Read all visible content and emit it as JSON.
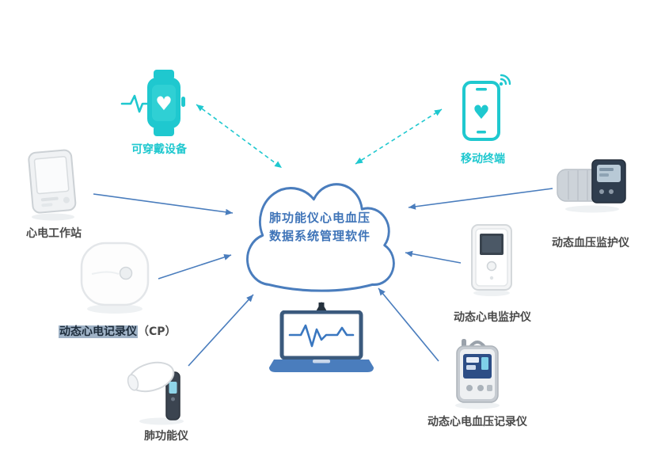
{
  "cloud": {
    "line1": "肺功能仪心电血压",
    "line2": "数据系统管理软件"
  },
  "nodes": {
    "wearable": {
      "label": "可穿戴设备",
      "icon": "smartwatch-icon"
    },
    "mobile": {
      "label": "移动终端",
      "icon": "smartphone-icon"
    },
    "ecg_workstation": {
      "label": "心电工作站"
    },
    "holter_cp": {
      "label": "动态心电记录仪",
      "label_suffix": "（CP）"
    },
    "spirometer": {
      "label": "肺功能仪"
    },
    "bp_monitor": {
      "label": "动态血压监护仪"
    },
    "ecg_monitor": {
      "label": "动态心电监护仪"
    },
    "ecg_bp_recorder": {
      "label": "动态心电血压记录仪"
    },
    "laptop": {
      "label": "",
      "icon": "laptop-ecg-icon"
    }
  },
  "connections": [
    {
      "from": "wearable",
      "to": "cloud",
      "style": "dashed-teal",
      "direction": "both"
    },
    {
      "from": "mobile",
      "to": "cloud",
      "style": "dashed-teal",
      "direction": "both"
    },
    {
      "from": "ecg_workstation",
      "to": "cloud",
      "style": "solid-blue",
      "direction": "to-cloud"
    },
    {
      "from": "holter_cp",
      "to": "cloud",
      "style": "solid-blue",
      "direction": "to-cloud"
    },
    {
      "from": "spirometer",
      "to": "cloud",
      "style": "solid-blue",
      "direction": "to-cloud"
    },
    {
      "from": "bp_monitor",
      "to": "cloud",
      "style": "solid-blue",
      "direction": "to-cloud"
    },
    {
      "from": "ecg_monitor",
      "to": "cloud",
      "style": "solid-blue",
      "direction": "to-cloud"
    },
    {
      "from": "ecg_bp_recorder",
      "to": "cloud",
      "style": "solid-blue",
      "direction": "to-cloud"
    },
    {
      "from": "laptop",
      "to": "cloud",
      "style": "thick-dark",
      "direction": "both"
    }
  ],
  "icons": {
    "heart": "♥"
  },
  "colors": {
    "teal": "#1fc8cf",
    "blue_arrow": "#4a7dbd",
    "cloud_outline": "#4a7dbd",
    "cloud_text": "#3f74b8",
    "label_dark": "#4a4a4a",
    "thick_arrow": "#25313d",
    "highlight": "#9fb2c6"
  }
}
